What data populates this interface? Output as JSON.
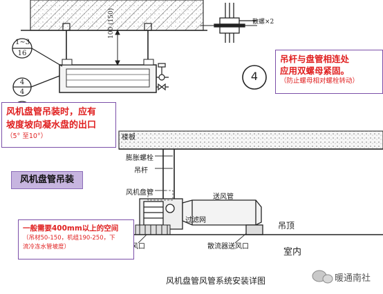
{
  "top_drawing": {
    "section_top": "1~3",
    "section_bottom": "16",
    "marker_a_top": "4",
    "marker_a_bottom": "4",
    "marker_b_top": "4",
    "marker_b_bottom": "4",
    "dimension": "100 (150)"
  },
  "detail": {
    "nut_label": "散螺×2",
    "circle_number": "4"
  },
  "note_top_right": {
    "line1": "吊杆与盘管相连处",
    "line2": "应用双螺母紧固。",
    "line3": "（防止螺母相对螺栓转动）"
  },
  "note_left": {
    "line1": "风机盘管吊装时，应有",
    "line2": "坡度坡向凝水盘的出口",
    "line3": "（5° 至10°）"
  },
  "section_label": "风机盘管吊装",
  "install_drawing": {
    "floor": "楼板",
    "bolt": "膨胀螺栓",
    "rod": "吊杆",
    "fcu": "风机盘管",
    "supply_duct": "送风管",
    "filter": "过滤网",
    "ceiling": "吊顶",
    "return_outlet": "回风口",
    "diffuser": "散流器送风口",
    "indoor": "室内",
    "caption": "风机盘管风管系统安装详图"
  },
  "note_bottom_left": {
    "line1": "一般需要400mm以上的空间",
    "line2": "（吊材50-150，机组190-250，下",
    "line3": "流冷冻水管坡度）"
  },
  "watermark": "暖通南社"
}
